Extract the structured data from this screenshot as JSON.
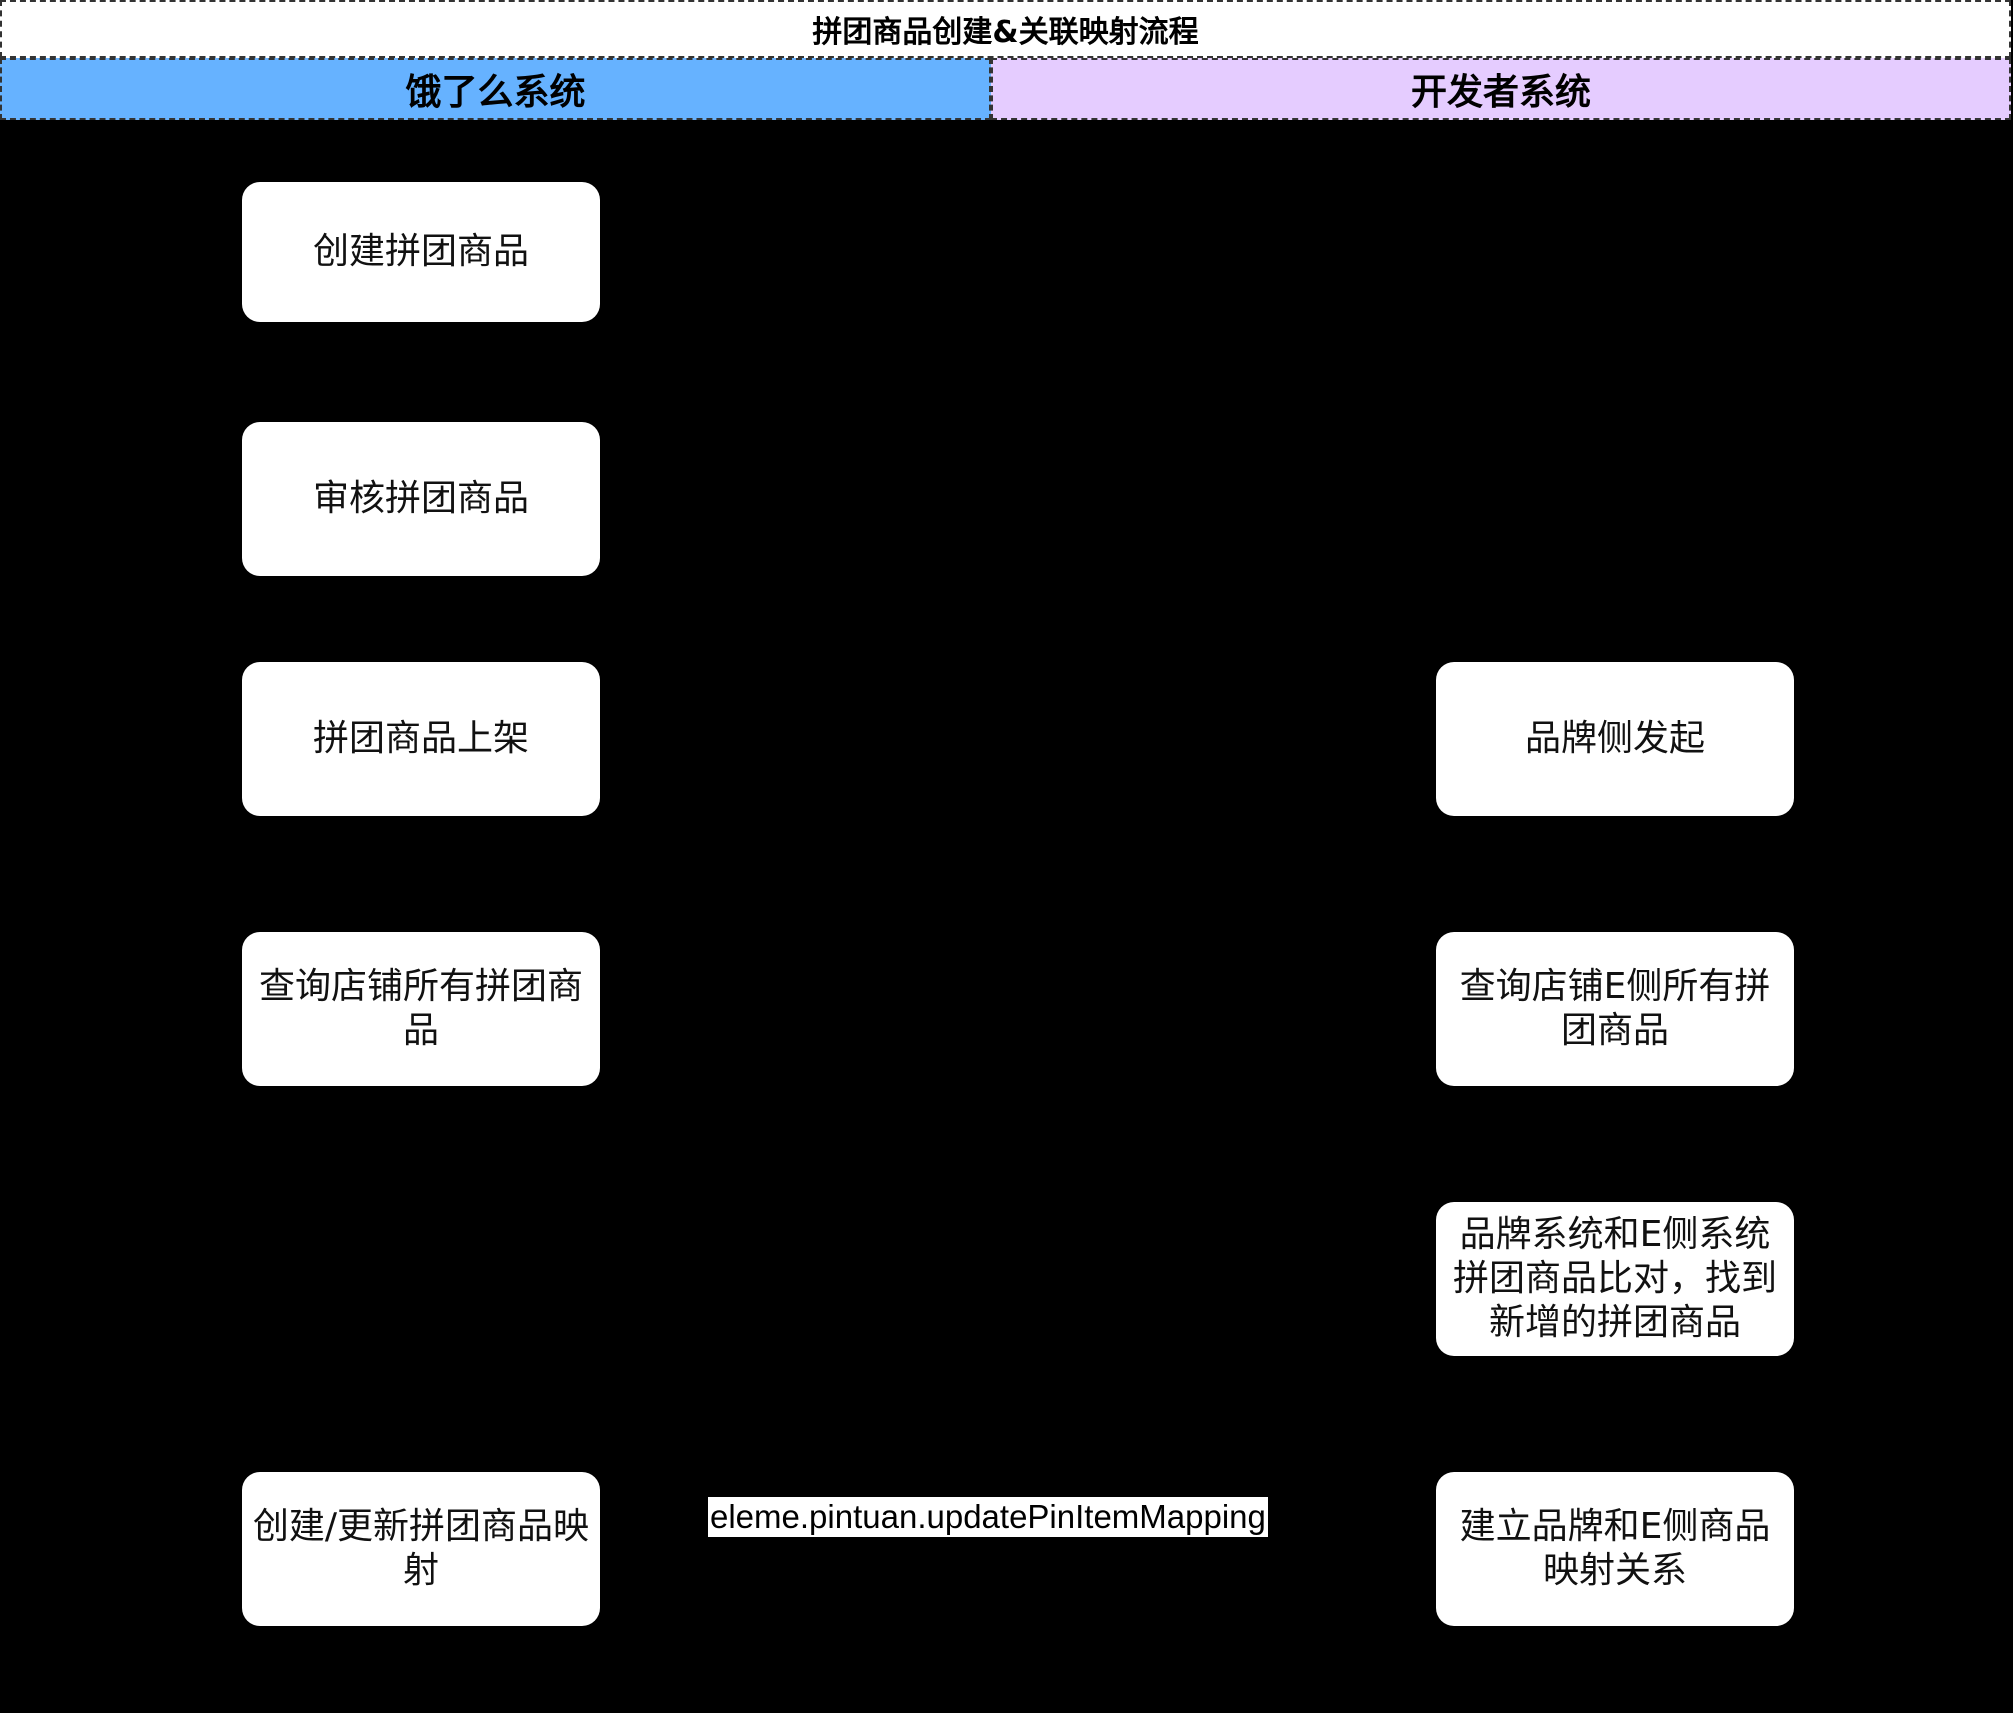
{
  "title": "拼团商品创建&关联映射流程",
  "lanes": {
    "left": {
      "label": "饿了么系统",
      "color": "#66b2ff"
    },
    "right": {
      "label": "开发者系统",
      "color": "#e5ccff"
    }
  },
  "nodes": {
    "create": "创建拼团商品",
    "review": "审核拼团商品",
    "publish": "拼团商品上架",
    "query_all": "查询店铺所有拼团商品",
    "update_mapping": "创建/更新拼团商品映射",
    "brand_initiate": "品牌侧发起",
    "query_e": "查询店铺E侧所有拼团商品",
    "compare": "品牌系统和E侧系统拼团商品比对，找到新增的拼团商品",
    "build_mapping": "建立品牌和E侧商品映射关系"
  },
  "edges": {
    "update_api": "eleme.pintuan.updatePinItemMapping"
  }
}
